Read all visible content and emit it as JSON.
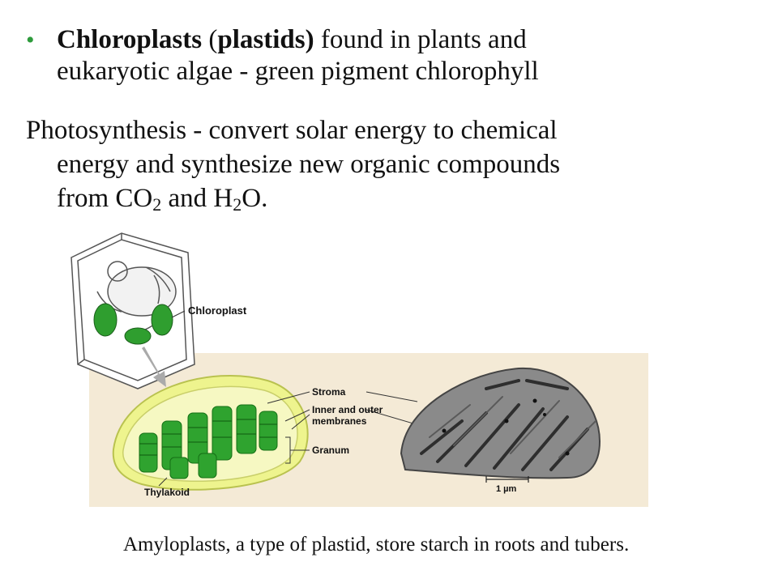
{
  "slide": {
    "bullet": {
      "term": "Chloroplasts",
      "paren_open": " (",
      "term2": "plastids)",
      "rest1": " found in plants and",
      "rest2": "eukaryotic algae - green pigment chlorophyll"
    },
    "para": {
      "line1": "Photosynthesis - convert solar energy to chemical",
      "line2": "energy and synthesize new organic compounds",
      "line3_a": "from CO",
      "sub1": "2",
      "line3_b": " and H",
      "sub2": "2",
      "line3_c": "O."
    },
    "figure": {
      "label_chloroplast": "Chloroplast",
      "label_stroma": "Stroma",
      "label_membranes_1": "Inner and outer",
      "label_membranes_2": "membranes",
      "label_granum": "Granum",
      "label_thylakoid": "Thylakoid",
      "label_scale": "1 µm"
    },
    "caption": "Amyloplasts, a type of plastid, store starch in roots and tubers."
  },
  "colors": {
    "bullet": "#2e9b3c",
    "panel": "#f4ead6",
    "chloro_green": "#2f9e2f",
    "envelope": "#e9f08a"
  }
}
